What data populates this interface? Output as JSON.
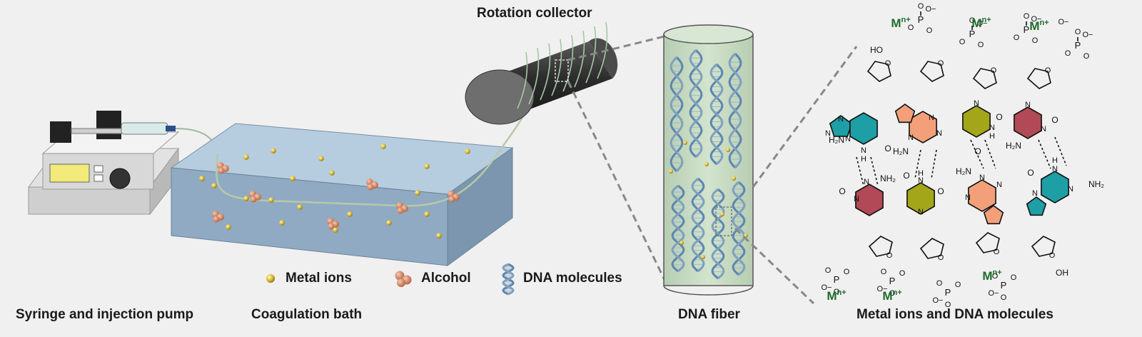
{
  "labels": {
    "syringe": "Syringe and injection pump",
    "bath": "Coagulation bath",
    "collector": "Rotation collector",
    "fiber": "DNA fiber",
    "molecules": "Metal ions and DNA molecules"
  },
  "legend": {
    "metal": "Metal ions",
    "alcohol": "Alcohol",
    "dna": "DNA molecules"
  },
  "chem": {
    "ion": "M",
    "ion_charge": "n+",
    "ho": "HO",
    "oh": "OH",
    "nh2": "NH₂",
    "h2n": "H₂N",
    "n": "N",
    "o": "O",
    "p": "P",
    "h": "H"
  },
  "colors": {
    "background": "#f0f0f0",
    "bath_water": "#a9c4dc",
    "fiber_fill": "#c9dcc4",
    "collector": "#3a3a3a",
    "guanine": "#1e9ea5",
    "adenine": "#f3a07a",
    "thymine": "#a4a61a",
    "cytosine": "#b14a56",
    "ion_text": "#1f6b2c",
    "metal_ion": "#e0c23a",
    "alcohol": "#d98a6a"
  }
}
